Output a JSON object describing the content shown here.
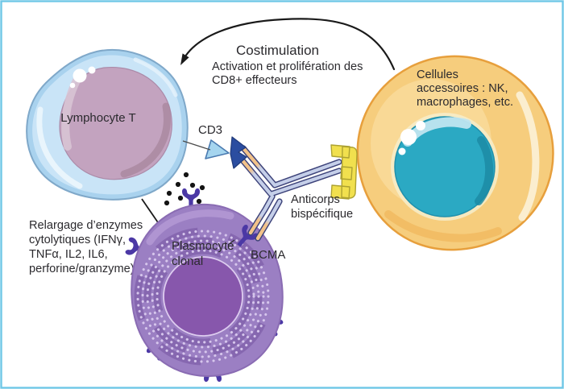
{
  "palette": {
    "border": "#6fc7e7",
    "text": "#2b2a2e",
    "lymphocyte_membrane": "#b7d9f1",
    "lymphocyte_nucleus": "#c3a3bf",
    "accessory_body": "#f6cd7d",
    "accessory_outline": "#e79f3c",
    "accessory_nucleus": "#2ba9c3",
    "plasmocyte_body": "#9b7fc3",
    "plasmocyte_nucleus": "#8757ac",
    "receptor_indigo": "#4b38a5",
    "antibody_rod": "#c5cfe9",
    "antibody_tip_orange": "#f2c289",
    "clamp_yellow": "#f1e04e",
    "granule_black": "#141414"
  },
  "annotations": {
    "costimulation": {
      "title": "Costimulation",
      "line1": "Activation et prolifération des",
      "line2": "CD8+ effecteurs"
    },
    "lymphocyte_label": "Lymphocyte T",
    "accessory": {
      "line1": "Cellules",
      "line2": "accessoires : NK,",
      "line3": "macrophages, etc."
    },
    "cd3_label": "CD3",
    "antibody": {
      "line1": "Anticorps",
      "line2": "bispécifique"
    },
    "bcma_label": "BCMA",
    "plasmocyte": {
      "line1": "Plasmocyte",
      "line2": "clonal"
    },
    "release": {
      "line1": "Relargage d’enzymes",
      "line2": "cytolytiques (IFNγ,",
      "line3": "TNFα, IL2, IL6,",
      "line4": "perforine/granzyme)"
    }
  }
}
